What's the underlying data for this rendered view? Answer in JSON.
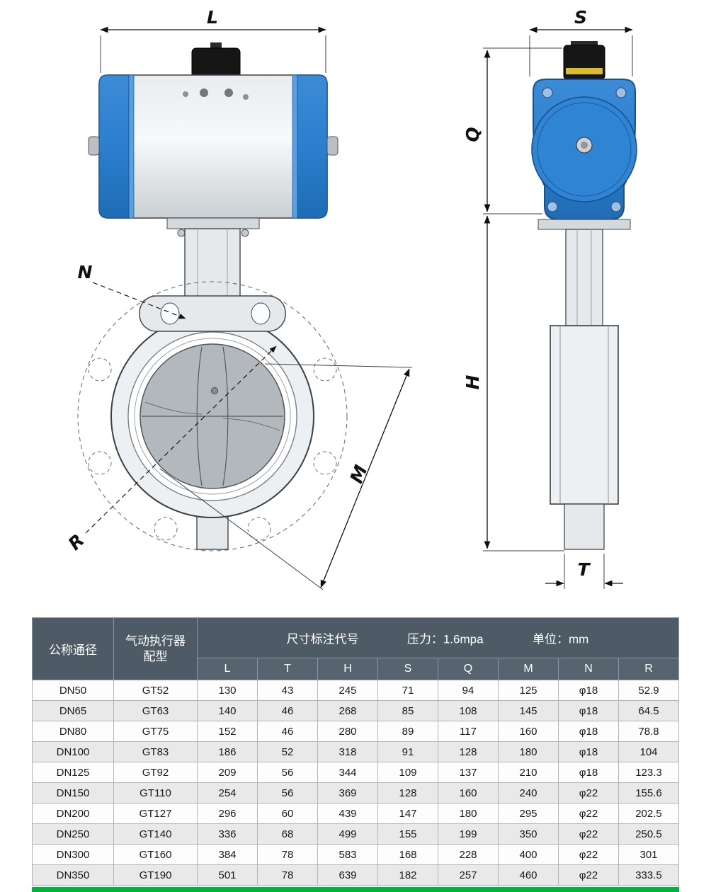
{
  "drawing": {
    "dim_labels": {
      "L": "L",
      "S": "S",
      "Q": "Q",
      "H": "H",
      "N": "N",
      "M": "M",
      "R": "R",
      "T": "T"
    }
  },
  "table": {
    "col1_header": "公称通径",
    "col2_header_line1": "气动执行器",
    "col2_header_line2": "配型",
    "dim_code_title": "尺寸标注代号",
    "pressure_text": "压力：1.6mpa",
    "unit_text": "单位：mm",
    "dim_columns": [
      "L",
      "T",
      "H",
      "S",
      "Q",
      "M",
      "N",
      "R"
    ],
    "rows": [
      {
        "dn": "DN50",
        "actuator": "GT52",
        "values": [
          "130",
          "43",
          "245",
          "71",
          "94",
          "125",
          "φ18",
          "52.9"
        ]
      },
      {
        "dn": "DN65",
        "actuator": "GT63",
        "values": [
          "140",
          "46",
          "268",
          "85",
          "108",
          "145",
          "φ18",
          "64.5"
        ]
      },
      {
        "dn": "DN80",
        "actuator": "GT75",
        "values": [
          "152",
          "46",
          "280",
          "89",
          "117",
          "160",
          "φ18",
          "78.8"
        ]
      },
      {
        "dn": "DN100",
        "actuator": "GT83",
        "values": [
          "186",
          "52",
          "318",
          "91",
          "128",
          "180",
          "φ18",
          "104"
        ]
      },
      {
        "dn": "DN125",
        "actuator": "GT92",
        "values": [
          "209",
          "56",
          "344",
          "109",
          "137",
          "210",
          "φ18",
          "123.3"
        ]
      },
      {
        "dn": "DN150",
        "actuator": "GT110",
        "values": [
          "254",
          "56",
          "369",
          "128",
          "160",
          "240",
          "φ22",
          "155.6"
        ]
      },
      {
        "dn": "DN200",
        "actuator": "GT127",
        "values": [
          "296",
          "60",
          "439",
          "147",
          "180",
          "295",
          "φ22",
          "202.5"
        ]
      },
      {
        "dn": "DN250",
        "actuator": "GT140",
        "values": [
          "336",
          "68",
          "499",
          "155",
          "199",
          "350",
          "φ22",
          "250.5"
        ]
      },
      {
        "dn": "DN300",
        "actuator": "GT160",
        "values": [
          "384",
          "78",
          "583",
          "168",
          "228",
          "400",
          "φ22",
          "301"
        ]
      },
      {
        "dn": "DN350",
        "actuator": "GT190",
        "values": [
          "501",
          "78",
          "639",
          "182",
          "257",
          "460",
          "φ22",
          "333.5"
        ]
      }
    ]
  },
  "colors": {
    "actuator_blue": "#2b7fce",
    "header_dark": "#4e5b66",
    "header_sub": "#57646f",
    "row_alt": "#e9e9e9",
    "accent_green": "#00b33e",
    "knob_yellow": "#d9bb2c"
  }
}
